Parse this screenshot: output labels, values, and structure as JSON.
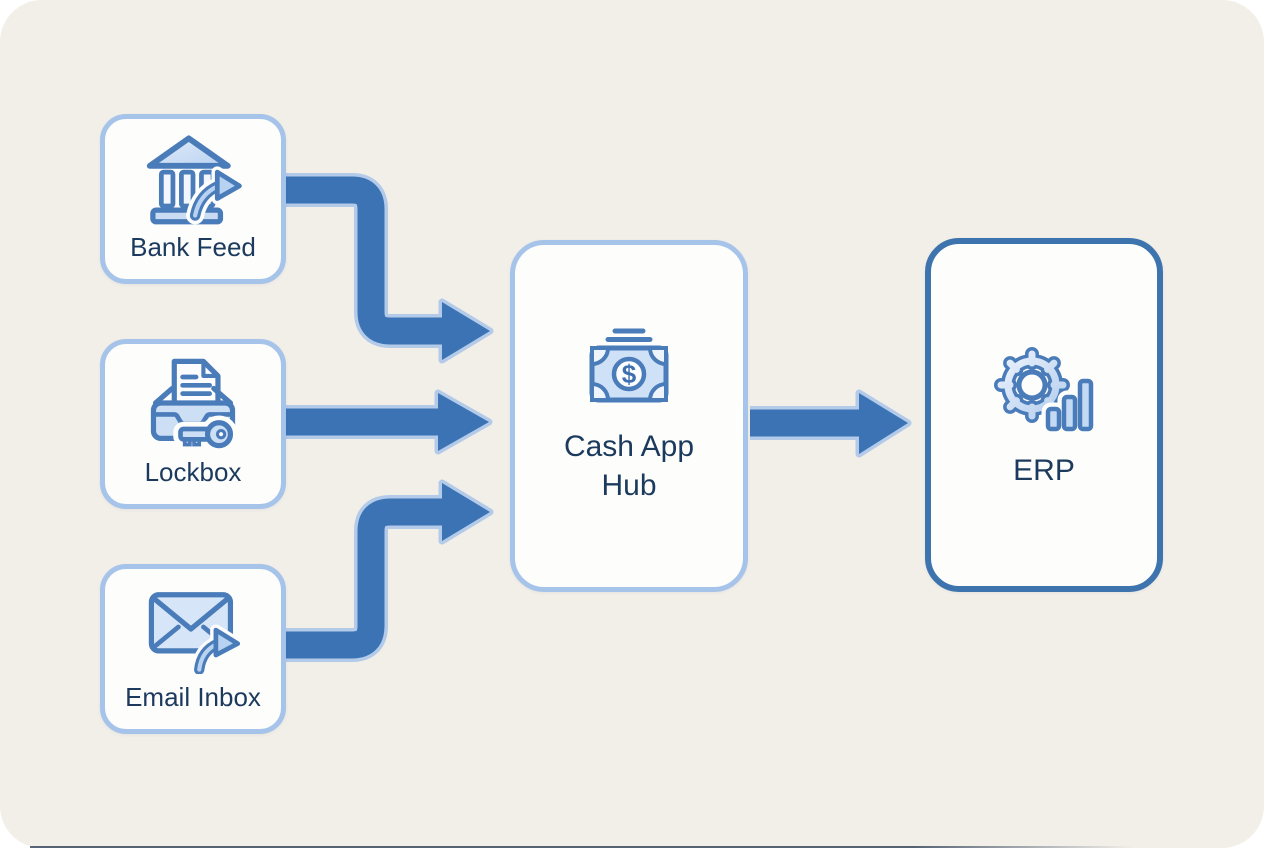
{
  "diagram": {
    "background": "#f2efe9",
    "canvas_background": "#ffffff",
    "colors": {
      "arrow_fill": "#3b73b5",
      "arrow_halo": "#b3cbe9",
      "source_box_border": "#a6c3e9",
      "hub_box_border": "#a6c3e9",
      "erp_box_border": "#3e74ae",
      "node_background": "#fdfdfc",
      "label_text": "#1c3a5e",
      "icon_stroke": "#4a7cba",
      "icon_fill_light": "#cfe1f6"
    },
    "nodes": {
      "sources": [
        {
          "id": "bank-feed",
          "label": "Bank Feed",
          "icon": "bank-export-icon"
        },
        {
          "id": "lockbox",
          "label": "Lockbox",
          "icon": "lockbox-key-icon"
        },
        {
          "id": "email-inbox",
          "label": "Email Inbox",
          "icon": "email-forward-icon"
        }
      ],
      "hub": {
        "id": "cash-app-hub",
        "label": "Cash App Hub",
        "icon": "cash-bill-icon"
      },
      "erp": {
        "id": "erp",
        "label": "ERP",
        "icon": "gear-chart-icon"
      }
    },
    "edges": [
      {
        "from": "bank-feed",
        "to": "cash-app-hub"
      },
      {
        "from": "lockbox",
        "to": "cash-app-hub"
      },
      {
        "from": "email-inbox",
        "to": "cash-app-hub"
      },
      {
        "from": "cash-app-hub",
        "to": "erp"
      }
    ],
    "glyphs": {
      "dollar": "$"
    }
  }
}
